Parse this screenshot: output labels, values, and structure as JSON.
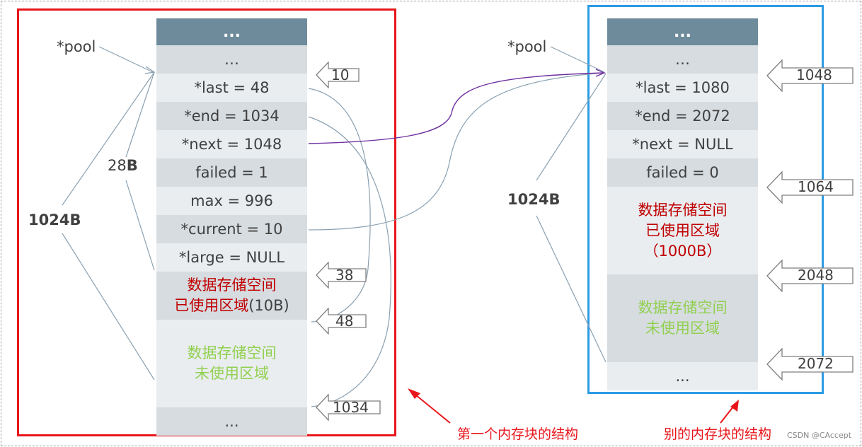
{
  "left_block": {
    "rows": [
      {
        "text": "...",
        "style": "header"
      },
      {
        "text": "…",
        "style": "dark"
      },
      {
        "text": "*last = 48",
        "style": "light"
      },
      {
        "text": "*end = 1034",
        "style": "dark"
      },
      {
        "text": "*next = 1048",
        "style": "light"
      },
      {
        "text": "failed = 1",
        "style": "dark"
      },
      {
        "text": "max = 996",
        "style": "light"
      },
      {
        "text": "*current = 10",
        "style": "dark"
      },
      {
        "text": "*large = NULL",
        "style": "light"
      },
      {
        "lines": [
          "数据存储空间",
          "已使用区域"
        ],
        "suffix": "(10B)",
        "color": "#c00000",
        "style": "dark"
      },
      {
        "lines": [
          "数据存储空间",
          "未使用区域"
        ],
        "color": "#92d050",
        "style": "light"
      },
      {
        "text": "...",
        "style": "dark"
      }
    ],
    "pool_label": "*pool",
    "size_28_prefix": "28",
    "size_28_suffix": "B",
    "size_label": "1024B",
    "offsets": [
      "10",
      "38",
      "48",
      "1034"
    ],
    "caption": "第一个内存块的结构"
  },
  "right_block": {
    "rows": [
      {
        "text": "...",
        "style": "header"
      },
      {
        "text": "…",
        "style": "dark"
      },
      {
        "text": "*last = 1080",
        "style": "light"
      },
      {
        "text": "*end = 2072",
        "style": "dark"
      },
      {
        "text": "*next = NULL",
        "style": "light"
      },
      {
        "text": "failed = 0",
        "style": "dark"
      },
      {
        "lines": [
          "数据存储空间",
          "已使用区域",
          "（1000B）"
        ],
        "color": "#c00000",
        "style": "light"
      },
      {
        "lines": [
          "数据存储空间",
          "未使用区域"
        ],
        "color": "#92d050",
        "style": "dark"
      },
      {
        "text": "...",
        "style": "light"
      }
    ],
    "pool_label": "*pool",
    "size_label": "1024B",
    "offsets": [
      "1048",
      "1064",
      "2048",
      "2072"
    ],
    "caption": "别的内存块的结构"
  },
  "watermark": "CSDN @CAccept",
  "colors": {
    "header": "#6e8b9c",
    "row_dark": "#d6dce0",
    "row_light": "#e9edf0",
    "used_text": "#c00000",
    "unused_text": "#92d050",
    "left_frame": "#e8161b",
    "right_frame": "#2b9be3",
    "next_link": "#7030a0",
    "connector": "#8aa0b0"
  }
}
